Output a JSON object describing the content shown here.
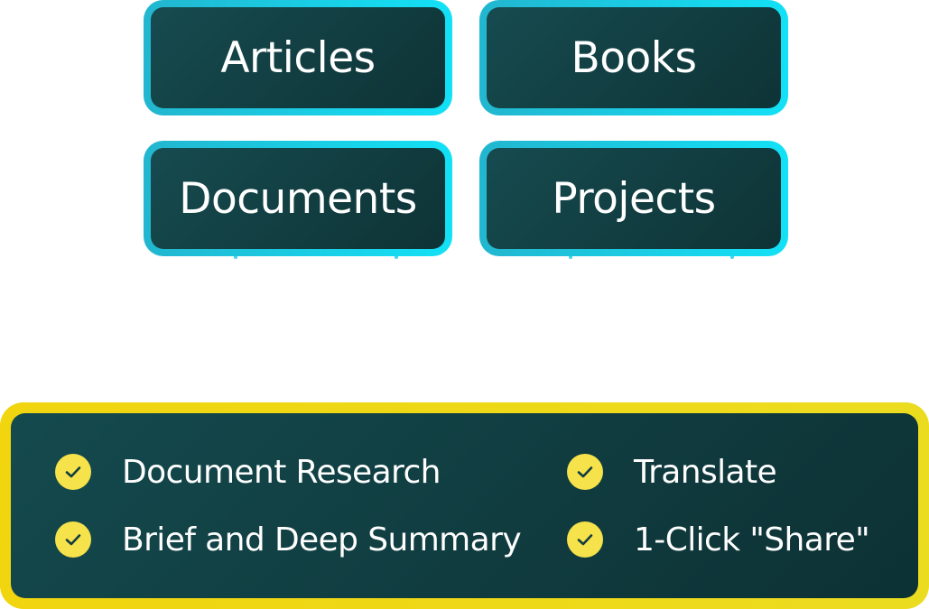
{
  "categories": {
    "items": [
      {
        "label": "Articles"
      },
      {
        "label": "Books"
      },
      {
        "label": "Documents"
      },
      {
        "label": "Projects"
      }
    ]
  },
  "features": {
    "items": [
      {
        "label": "Document Research",
        "icon": "check-circle-icon"
      },
      {
        "label": "Brief and Deep Summary",
        "icon": "check-circle-icon"
      },
      {
        "label": "Translate",
        "icon": "check-circle-icon"
      },
      {
        "label": "1-Click \"Share\"",
        "icon": "check-circle-icon"
      }
    ]
  },
  "colors": {
    "tile_border": "#13e1f6",
    "tile_fill": "#11393c",
    "features_border": "#f0d50f",
    "check_fill": "#f6e24a"
  }
}
